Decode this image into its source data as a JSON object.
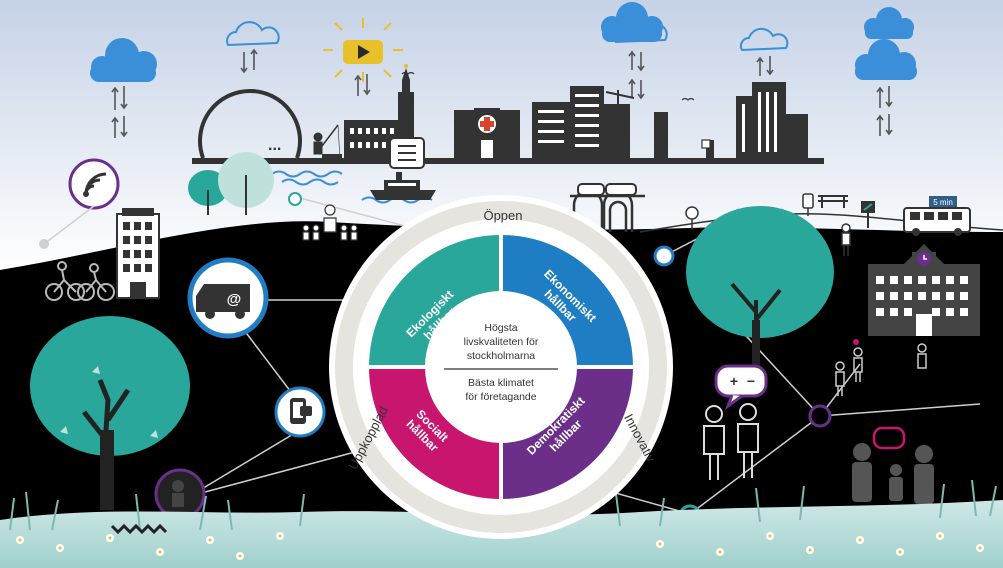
{
  "diagram": {
    "ring_labels": {
      "top": "Öppen",
      "left": "Uppkopplad",
      "right": "Innovativ"
    },
    "segments": [
      {
        "label_line1": "Ekologiskt",
        "label_line2": "hållbar",
        "color": "#2aa79b"
      },
      {
        "label_line1": "Ekonomiskt",
        "label_line2": "hållbar",
        "color": "#1f7ec3"
      },
      {
        "label_line1": "Socialt",
        "label_line2": "hållbar",
        "color": "#c8156e"
      },
      {
        "label_line1": "Demokratiskt",
        "label_line2": "hållbar",
        "color": "#6b2f8a"
      }
    ],
    "center": {
      "line1": "Högsta",
      "line2": "livskvaliteten för",
      "line3": "stockholmarna",
      "line4": "Bästa klimatet",
      "line5": "för företagande"
    }
  },
  "signs": {
    "bus_sign": "5 min",
    "calc_plus": "+",
    "calc_minus": "−",
    "email_at": "@",
    "server_dots": "..."
  },
  "colors": {
    "teal": "#2aa79b",
    "blue": "#1f7ec3",
    "magenta": "#c8156e",
    "purple": "#6b2f8a",
    "dark": "#3a3a3a",
    "ring": "#e6e4df",
    "yellow": "#e8c02a"
  },
  "icons": [
    "cloud-icon",
    "sun-icon",
    "play-icon",
    "hospital-icon",
    "server-icon",
    "wifi-icon",
    "van-icon",
    "phone-icon",
    "bus-icon",
    "clock-icon",
    "chat-icon",
    "tree-icon",
    "bicycle-icon",
    "boat-icon",
    "train-icon"
  ]
}
